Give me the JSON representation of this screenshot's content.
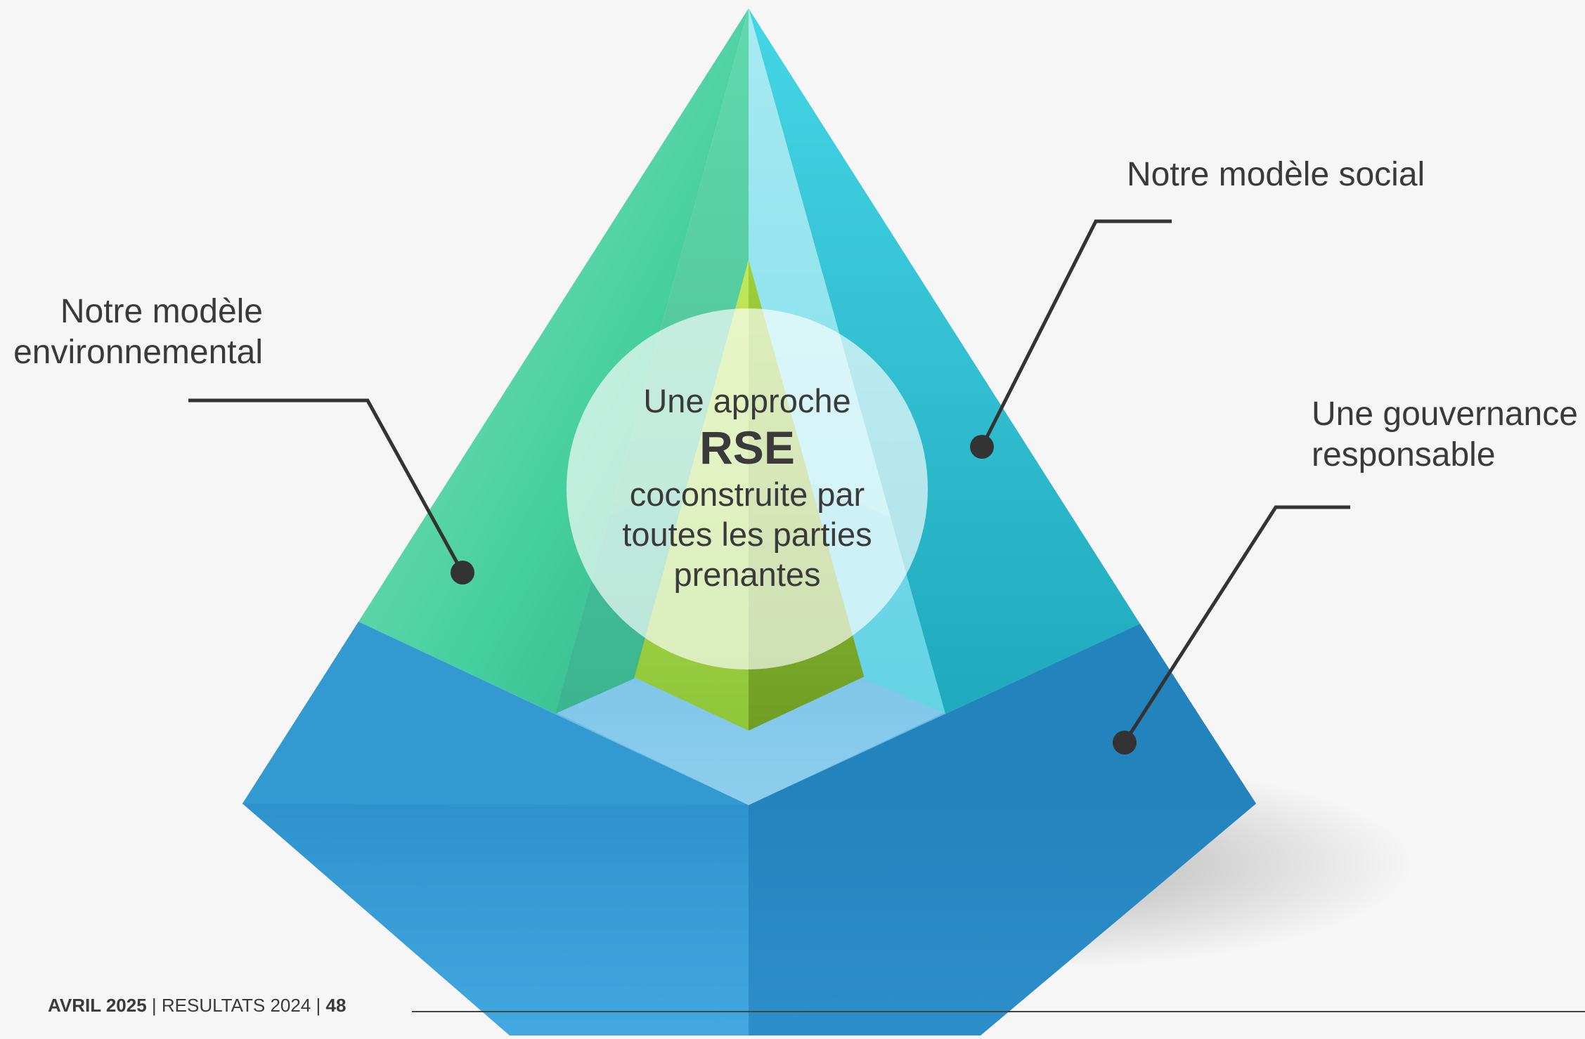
{
  "diagram": {
    "center": {
      "line1": "Une approche",
      "line2": "RSE",
      "line3": "coconstruite par",
      "line4": "toutes les parties",
      "line5": "prenantes"
    },
    "labels": {
      "environment": [
        "Notre modèle",
        "environnemental"
      ],
      "social": "Notre modèle social",
      "governance": [
        "Une gouvernance",
        "responsable"
      ]
    },
    "colors": {
      "green": "#3fcc9a",
      "teal": "#2fc0d2",
      "blue": "#2f8fcc",
      "lime": "#9fd43c",
      "dark": "#333333",
      "text": "#3a3a3a"
    }
  },
  "footer": {
    "date": "AVRIL 2025",
    "separator1": " | ",
    "title": "RESULTATS 2024",
    "separator2": " |  ",
    "page": "48"
  }
}
